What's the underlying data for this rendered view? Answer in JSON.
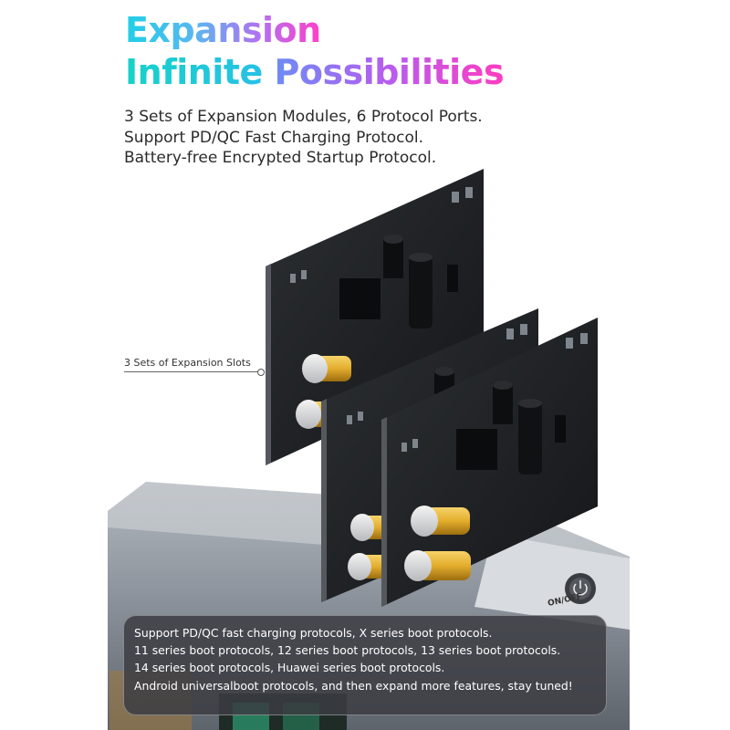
{
  "headline": {
    "line1": "Expansion",
    "line2_part1": "Infinite ",
    "line2_part2": "Possibilities"
  },
  "intro_lines": [
    "3 Sets of Expansion Modules, 6 Protocol Ports.",
    "Support PD/QC Fast Charging Protocol.",
    "Battery-free Encrypted Startup Protocol."
  ],
  "callout": {
    "slots_label": "3 Sets of Expansion Slots"
  },
  "device": {
    "power_label": "ON/OFF"
  },
  "features": [
    "Support PD/QC fast charging protocols, X series boot protocols.",
    "11 series boot protocols, 12 series boot protocols, 13 series boot protocols.",
    "14 series boot protocols, Huawei series boot protocols.",
    "Android universalboot protocols, and then expand more features, stay tuned!"
  ],
  "colors": {
    "gradient_cyan": "#1ed0e6",
    "gradient_magenta": "#ff3fc8",
    "board_black": "#1a1c1f",
    "capacitor_gold": "#e3ad2c",
    "device_gray": "#8d949d"
  }
}
